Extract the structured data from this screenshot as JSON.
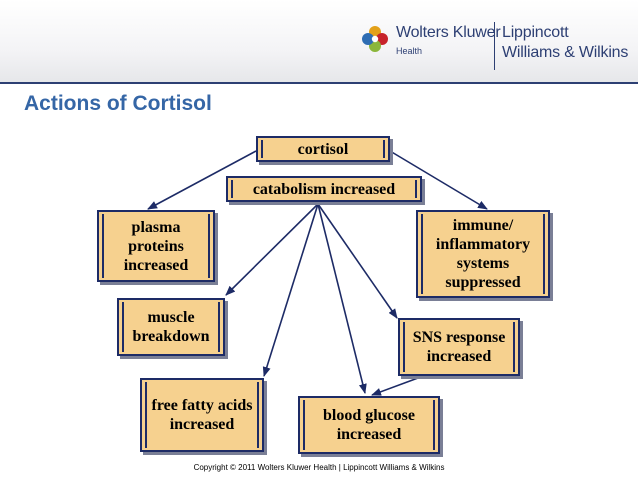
{
  "header": {
    "brand_primary": "Wolters Kluwer",
    "brand_sub": "Health",
    "brand_secondary_line1": "Lippincott",
    "brand_secondary_line2": "Williams & Wilkins",
    "logo_colors": [
      "#e3a11a",
      "#c7232a",
      "#8bb63b",
      "#2e6db3"
    ]
  },
  "slide": {
    "title": "Actions of Cortisol",
    "title_color": "#3566a6"
  },
  "diagram": {
    "box_fill": "#f6d18f",
    "box_border": "#1d2b66",
    "nodes": {
      "cortisol": "cortisol",
      "catabolism": "catabolism increased",
      "plasma_proteins": "plasma proteins increased",
      "muscle_breakdown": "muscle breakdown",
      "free_fatty_acids": "free fatty acids increased",
      "blood_glucose": "blood glucose increased",
      "sns_response": "SNS response increased",
      "immune": "immune/ inflammatory systems suppressed"
    }
  },
  "footer": {
    "copyright": "Copyright © 2011 Wolters Kluwer Health | Lippincott Williams & Wilkins"
  }
}
